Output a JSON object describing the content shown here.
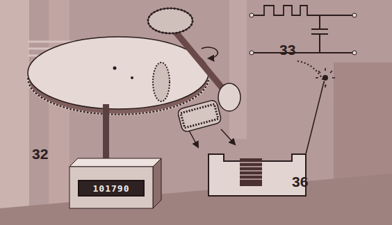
{
  "diagram": {
    "nodes": [
      {
        "text": [
          "101790"
        ]
      }
    ],
    "labels": [
      "32",
      "33",
      "36"
    ]
  }
}
